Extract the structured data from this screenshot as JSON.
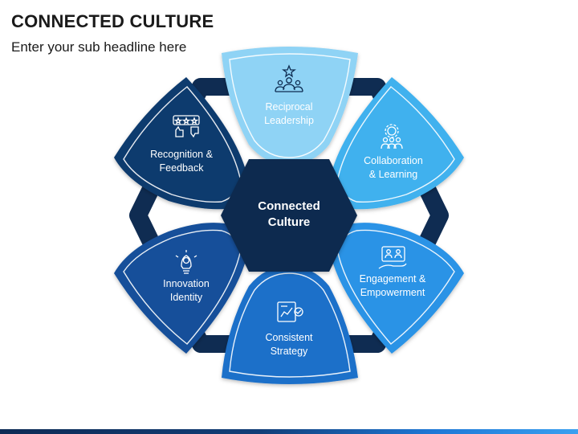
{
  "header": {
    "title": "CONNECTED CULTURE",
    "subtitle": "Enter your sub headline here"
  },
  "diagram": {
    "center": {
      "line1": "Connected",
      "line2": "Culture",
      "color": "#0d2b50"
    },
    "petals": [
      {
        "id": "top",
        "line1": "Reciprocal",
        "line2": "Leadership",
        "icon": "leadership-icon",
        "color": "#8fd3f5"
      },
      {
        "id": "upper-right",
        "line1": "Collaboration",
        "line2": "& Learning",
        "icon": "collaboration-icon",
        "color": "#3fb1ee"
      },
      {
        "id": "lower-right",
        "line1": "Engagement &",
        "line2": "Empowerment",
        "icon": "engagement-icon",
        "color": "#2a93e6"
      },
      {
        "id": "bottom",
        "line1": "Consistent",
        "line2": "Strategy",
        "icon": "strategy-icon",
        "color": "#1c6fc9"
      },
      {
        "id": "lower-left",
        "line1": "Innovation",
        "line2": "Identity",
        "icon": "innovation-icon",
        "color": "#15509a"
      },
      {
        "id": "upper-left",
        "line1": "Recognition &",
        "line2": "Feedback",
        "icon": "recognition-icon",
        "color": "#0f3a6e"
      }
    ],
    "ring_color": "#0f2c52"
  }
}
